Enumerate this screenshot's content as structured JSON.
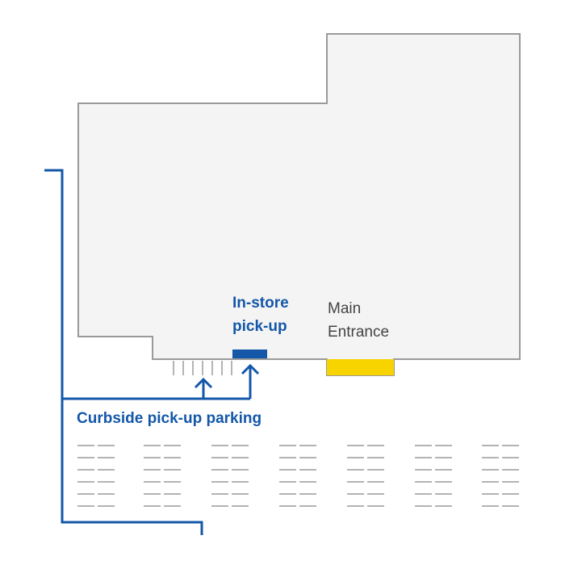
{
  "labels": {
    "instore_line1": "In-store",
    "instore_line2": "pick-up",
    "main_line1": "Main",
    "main_line2": "Entrance",
    "curbside": "Curbside pick-up parking"
  },
  "colors": {
    "building_fill": "#f4f4f4",
    "building_stroke": "#9a9a9a",
    "route": "#1457a8",
    "instore_marker": "#1457a8",
    "entrance": "#f7d300",
    "parking_lines": "#9a9a9a"
  },
  "icons": [
    "up-arrow-icon"
  ],
  "parking": {
    "curbside_stalls": 7,
    "lot_columns": 7,
    "lot_rows": 6
  }
}
